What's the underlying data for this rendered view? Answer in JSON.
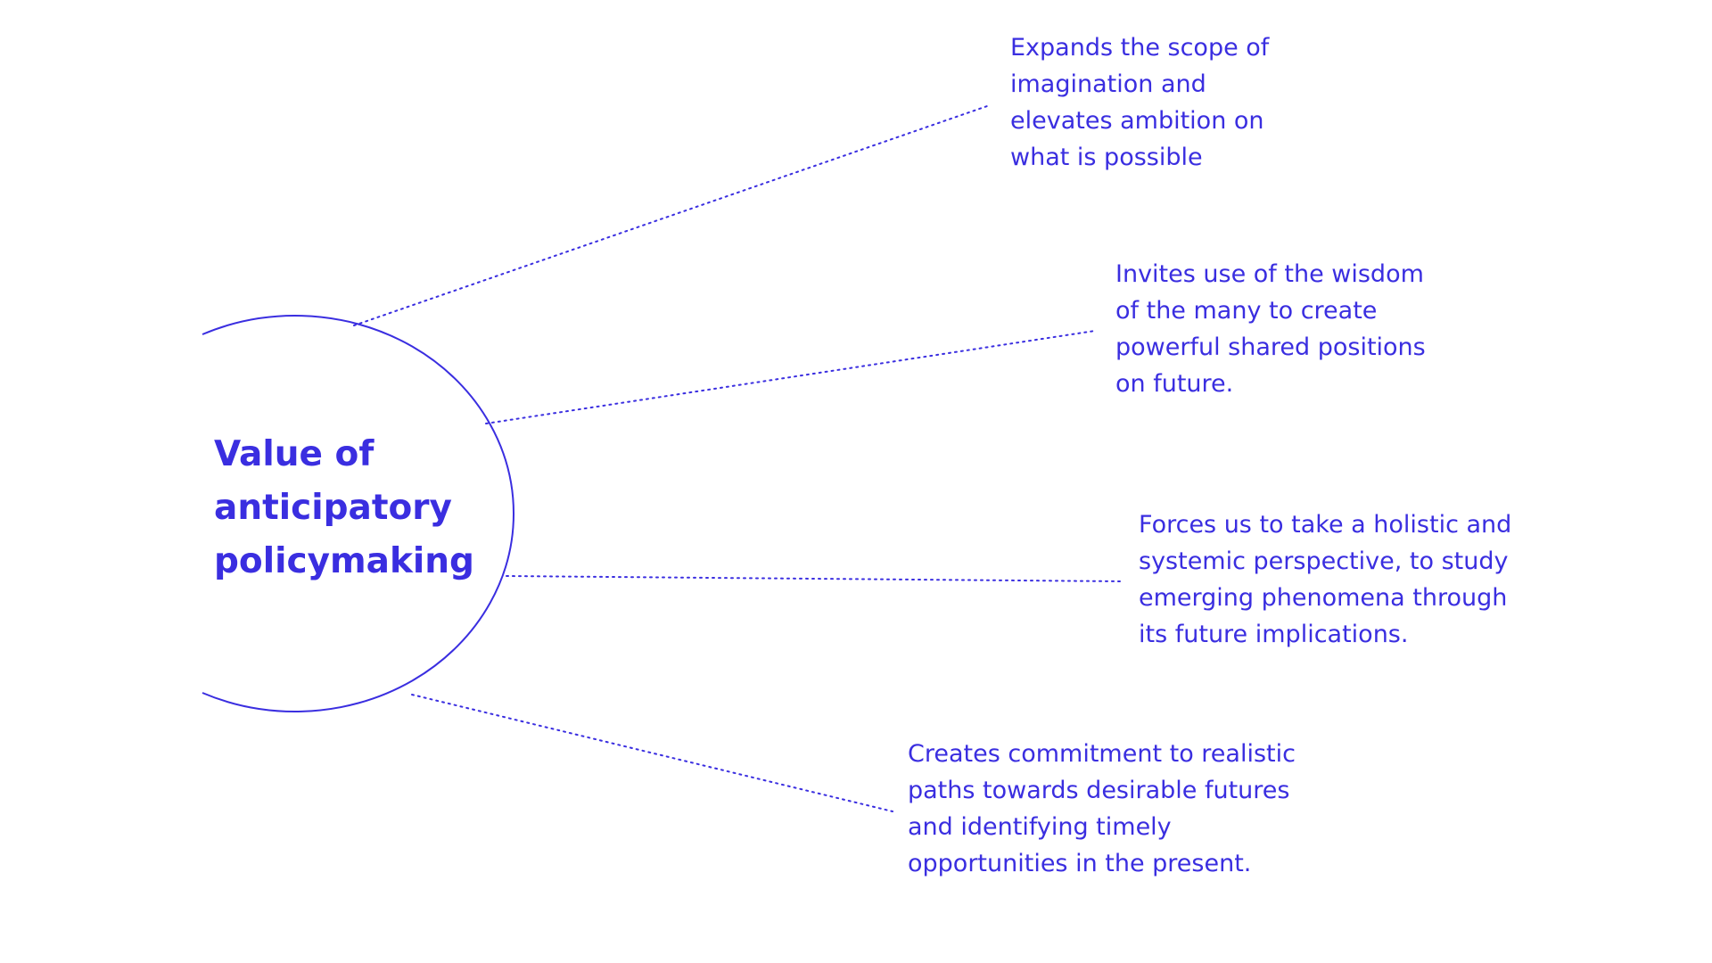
{
  "diagram": {
    "accent_color": "#3a2ee0",
    "center": {
      "lines": [
        "Value of",
        "anticipatory",
        "policymaking"
      ]
    },
    "benefits": [
      {
        "lines": [
          "Expands the scope of",
          "imagination and",
          "elevates ambition on",
          "what is possible"
        ]
      },
      {
        "lines": [
          "Invites use of the wisdom",
          "of the many to create",
          "powerful shared positions",
          "on future."
        ]
      },
      {
        "lines": [
          "Forces us to take a holistic and",
          "systemic perspective, to study",
          "emerging phenomena through",
          "its future implications."
        ]
      },
      {
        "lines": [
          "Creates commitment to realistic",
          "paths towards desirable futures",
          "and identifying timely",
          "opportunities in the present."
        ]
      }
    ]
  }
}
